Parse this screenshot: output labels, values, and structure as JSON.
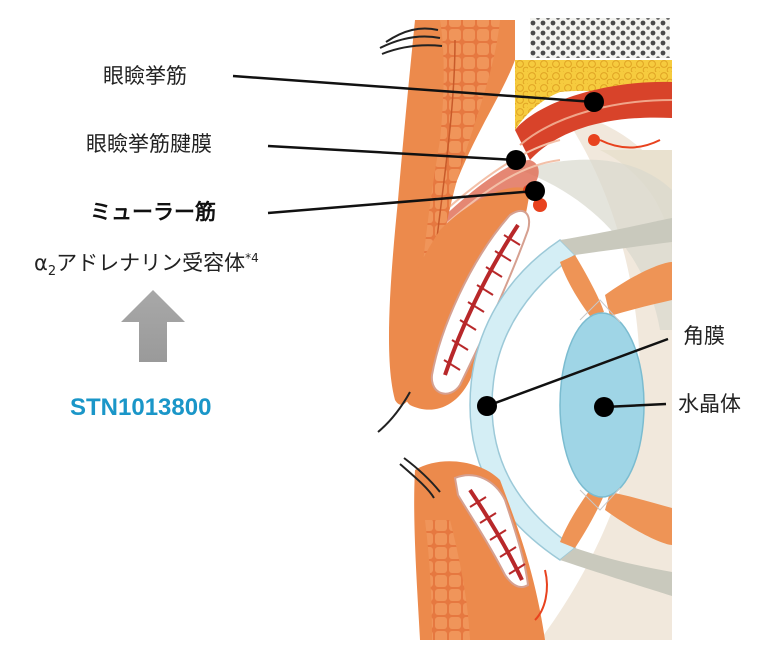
{
  "labels": {
    "levator": "眼瞼挙筋",
    "aponeurosis": "眼瞼挙筋腱膜",
    "muller": "ミューラー筋",
    "cornea": "角膜",
    "lens": "水晶体"
  },
  "receptor": {
    "alpha": "α",
    "sub": "2",
    "rest": "アドレナリン受容体",
    "footnote": "*4"
  },
  "drug": {
    "name": "STN1013800",
    "color": "#1a96c8"
  },
  "colors": {
    "arrow": "#a6a6a6",
    "muscle_red": "#d84a2e",
    "skin_orange": "#ec8a4c",
    "fat_yellow": "#f4c63a",
    "cornea_blue": "#d4eef5",
    "lens_blue": "#9fd5e6"
  }
}
